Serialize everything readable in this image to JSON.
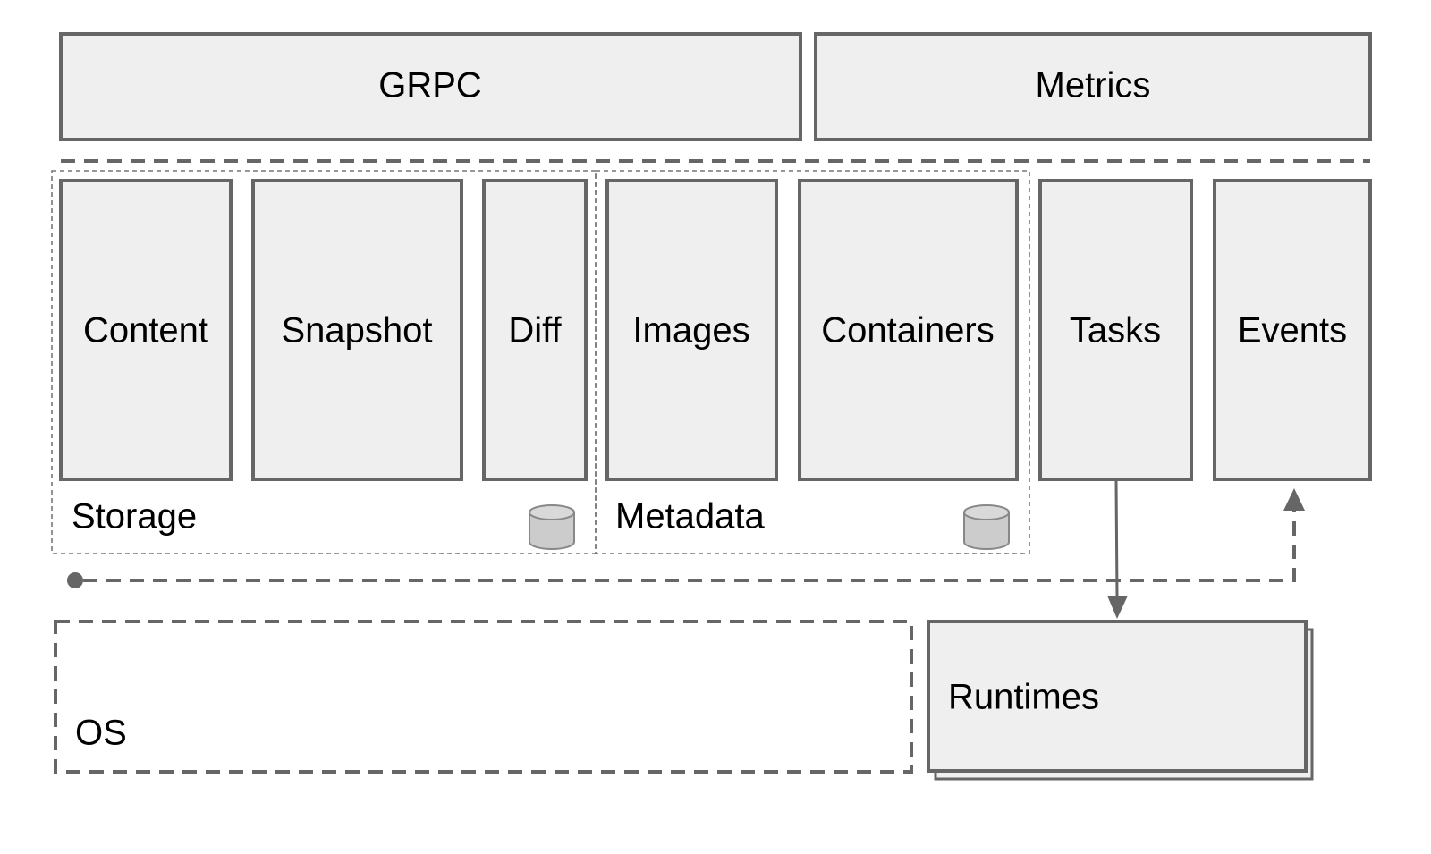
{
  "top_row": {
    "grpc": "GRPC",
    "metrics": "Metrics"
  },
  "services": {
    "content": "Content",
    "snapshot": "Snapshot",
    "diff": "Diff",
    "images": "Images",
    "containers": "Containers",
    "tasks": "Tasks",
    "events": "Events"
  },
  "groups": {
    "storage": "Storage",
    "metadata": "Metadata"
  },
  "bottom_row": {
    "os": "OS",
    "runtimes": "Runtimes"
  },
  "colors": {
    "box_fill": "#efefef",
    "box_stroke": "#666666",
    "database_icon": "#cccccc"
  },
  "icons": {
    "storage_db": "database-icon",
    "metadata_db": "database-icon"
  }
}
